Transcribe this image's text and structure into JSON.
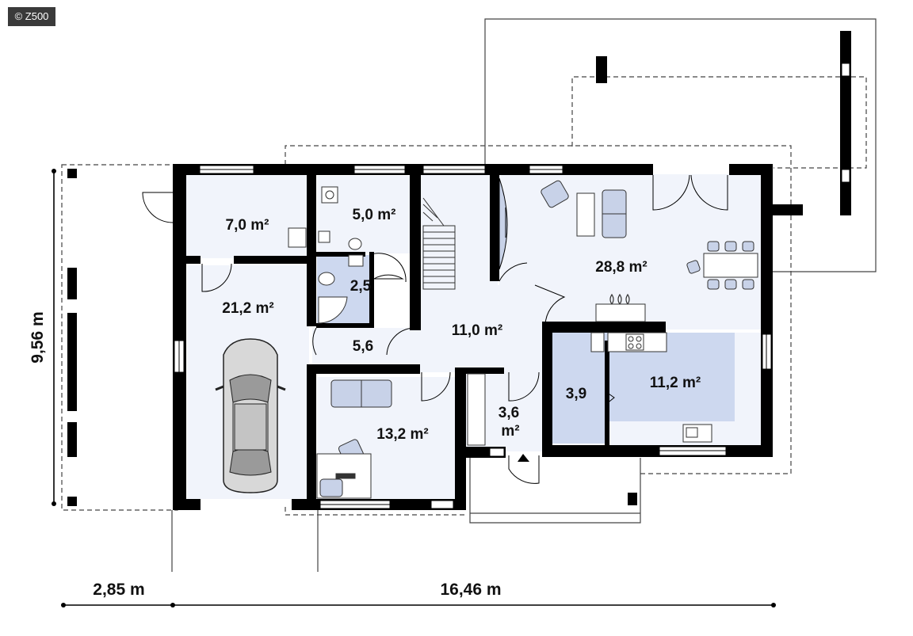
{
  "watermark": "© Z500",
  "rooms": {
    "vestibule": "7,0 m²",
    "boiler": "5,0 m²",
    "wc": "2,5",
    "garage": "21,2 m²",
    "passage": "5,6",
    "hall": "11,0 m²",
    "living": "28,8 m²",
    "study": "13,2 m²",
    "wardrobe_a": "3,6",
    "wardrobe_b": "m²",
    "pantry": "3,9",
    "kitchen": "11,2 m²"
  },
  "dimensions": {
    "height": "9,56 m",
    "left_width": "2,85 m",
    "main_width": "16,46 m"
  },
  "colors": {
    "wall": "#000000",
    "floor": "#f1f4fb",
    "wet_room": "#cdd8ef",
    "furniture": "#c8d2e8",
    "dashed": "#444444"
  }
}
